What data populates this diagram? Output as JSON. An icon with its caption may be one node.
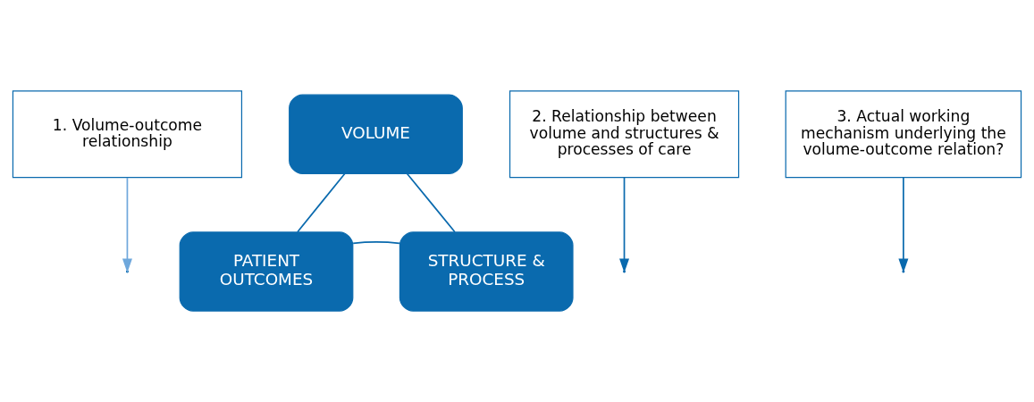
{
  "diagram": {
    "nodes": [
      {
        "text": [
          "1. Volume-outcome relationship"
        ]
      },
      {
        "text": [
          "VOLUME"
        ]
      },
      {
        "text": [
          "2. Relationship between volume and structures & processes of care"
        ]
      },
      {
        "text": [
          "PATIENT OUTCOMES"
        ]
      },
      {
        "text": [
          "STRUCTURE & PROCESS"
        ]
      },
      {
        "text": [
          "3. Actual working mechanism underlying the volume-outcome relation?"
        ]
      }
    ],
    "edges": [
      {
        "from": 1,
        "to": 3,
        "arrow": "none"
      },
      {
        "from": 1,
        "to": 4,
        "arrow": "none"
      },
      {
        "from": 3,
        "to": 4,
        "arrow": "none"
      },
      {
        "from": 0,
        "to": null,
        "arrow": "to",
        "color": "#6fa8dc"
      },
      {
        "from": 2,
        "to": null,
        "arrow": "to"
      },
      {
        "from": 5,
        "to": null,
        "arrow": "to"
      }
    ]
  }
}
